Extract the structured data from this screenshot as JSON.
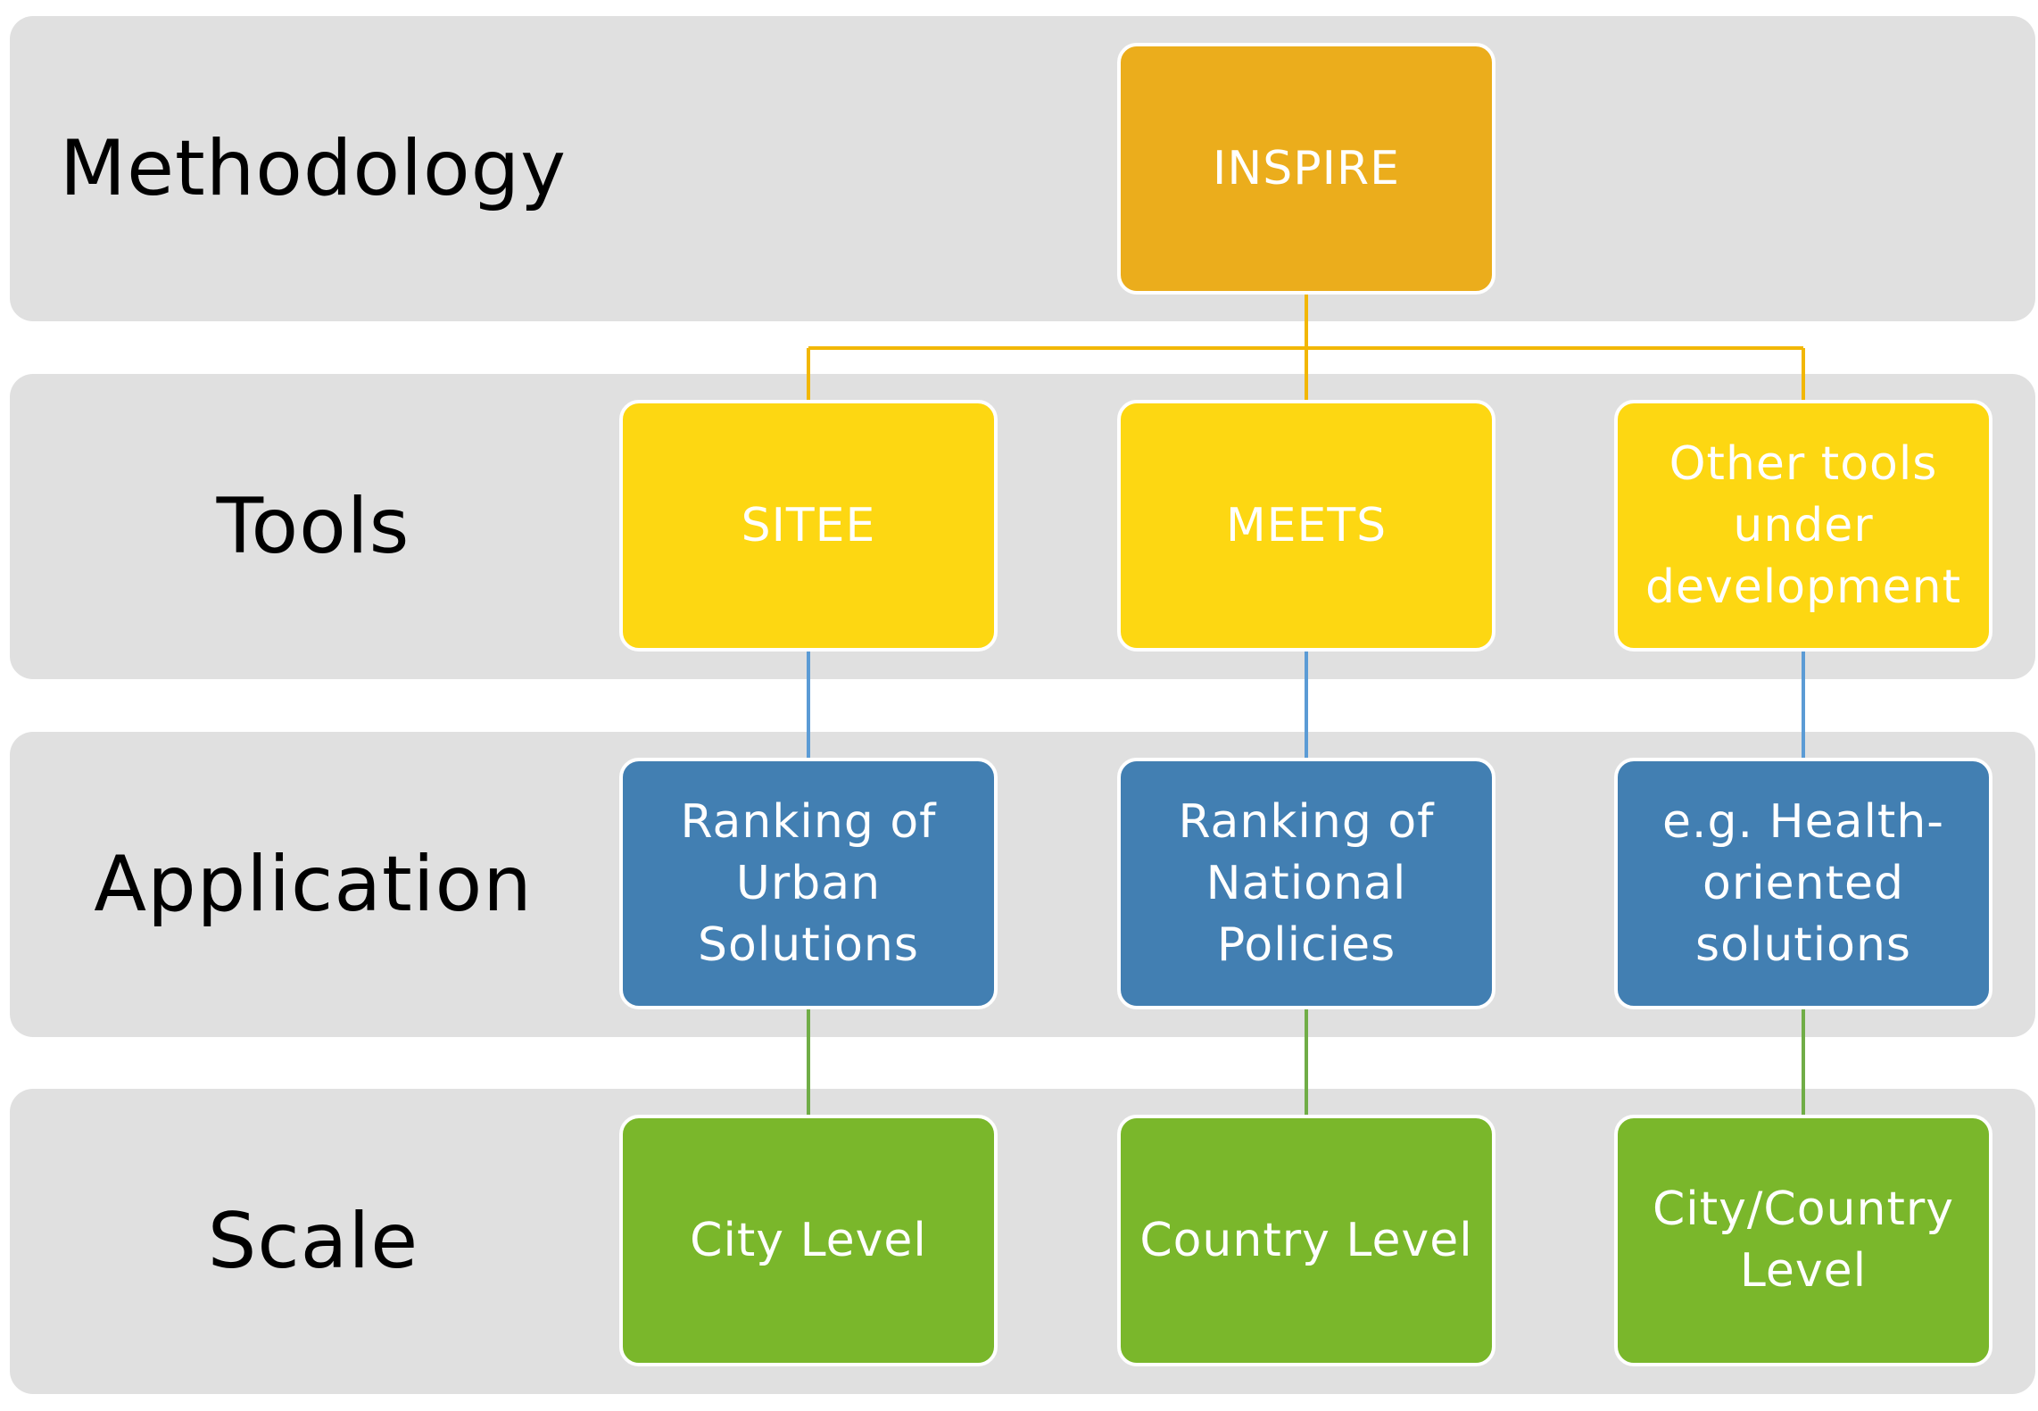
{
  "diagram": {
    "bands": [
      {
        "label": "Methodology"
      },
      {
        "label": "Tools"
      },
      {
        "label": "Application"
      },
      {
        "label": "Scale"
      }
    ],
    "nodes": {
      "inspire": "INSPIRE",
      "sitee": "SITEE",
      "meets": "MEETS",
      "other_tools": "Other tools under development",
      "urban_solutions": "Ranking of Urban Solutions",
      "national_policies": "Ranking of National Policies",
      "health_solutions": "e.g. Health-oriented solutions",
      "city_level": "City Level",
      "country_level": "Country Level",
      "city_country_level": "City/Country Level"
    },
    "edges": [
      {
        "from": "INSPIRE",
        "to": "SITEE"
      },
      {
        "from": "INSPIRE",
        "to": "MEETS"
      },
      {
        "from": "INSPIRE",
        "to": "Other tools under development"
      },
      {
        "from": "SITEE",
        "to": "Ranking of Urban Solutions"
      },
      {
        "from": "MEETS",
        "to": "Ranking of National Policies"
      },
      {
        "from": "Other tools under development",
        "to": "e.g. Health-oriented solutions"
      },
      {
        "from": "Ranking of Urban Solutions",
        "to": "City Level"
      },
      {
        "from": "Ranking of National Policies",
        "to": "Country Level"
      },
      {
        "from": "e.g. Health-oriented solutions",
        "to": "City/Country Level"
      }
    ]
  },
  "colors": {
    "band_background": "#e0e0e0",
    "methodology_box": "#ebad1c",
    "tools_box": "#fdd712",
    "application_box": "#427fb2",
    "scale_box": "#7ab72b",
    "tools_connector": "#f2b705",
    "application_connector": "#5b9bd5",
    "scale_connector": "#70ad47"
  }
}
